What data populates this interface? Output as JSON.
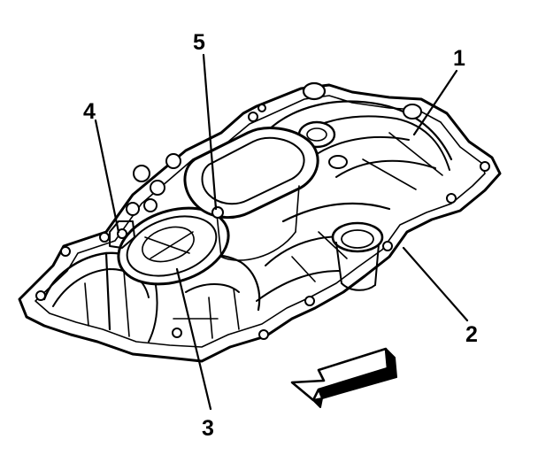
{
  "callouts": {
    "c1": "1",
    "c2": "2",
    "c3": "3",
    "c4": "4",
    "c5": "5"
  },
  "direction_arrow": "arrow-icon"
}
